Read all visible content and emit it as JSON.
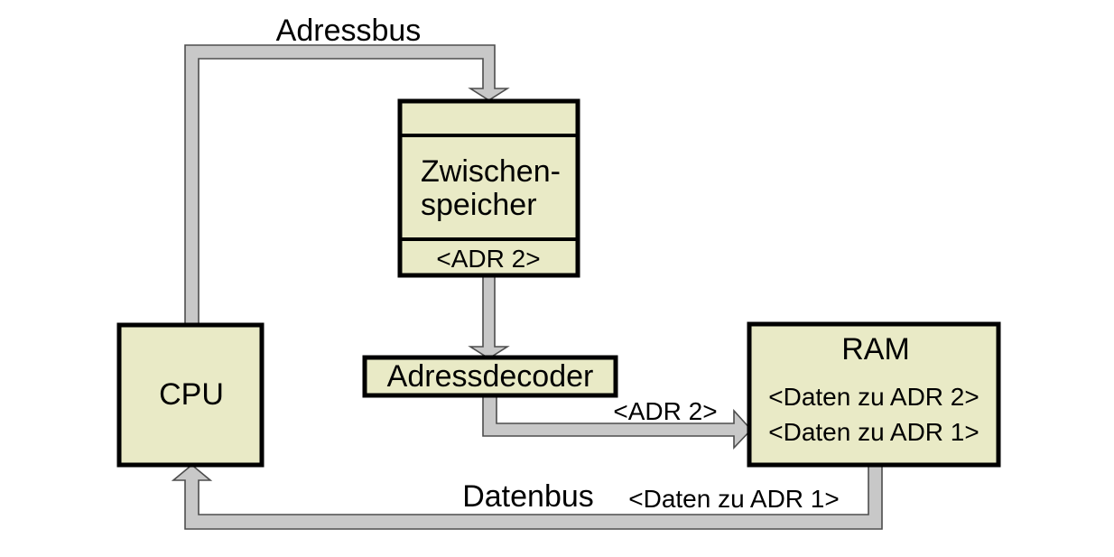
{
  "colors": {
    "background": "#ffffff",
    "box_fill": "#e9eac6",
    "box_border": "#000000",
    "bus_fill": "#c8c8c8",
    "bus_outline": "#4d4d4d",
    "text": "#000000"
  },
  "nodes": {
    "cpu": {
      "label": "CPU"
    },
    "zwischenspeicher": {
      "label_line1": "Zwischen-",
      "label_line2": "speicher",
      "slot_label": "<ADR 2>"
    },
    "adressdecoder": {
      "label": "Adressdecoder"
    },
    "ram": {
      "label": "RAM",
      "row1": "<Daten zu ADR 2>",
      "row2": "<Daten zu ADR 1>"
    }
  },
  "buses": {
    "adressbus": {
      "label": "Adressbus"
    },
    "datenbus": {
      "label": "Datenbus",
      "annotation": "<Daten zu ADR 1>"
    },
    "decoder_to_ram": {
      "annotation": "<ADR 2>"
    }
  }
}
